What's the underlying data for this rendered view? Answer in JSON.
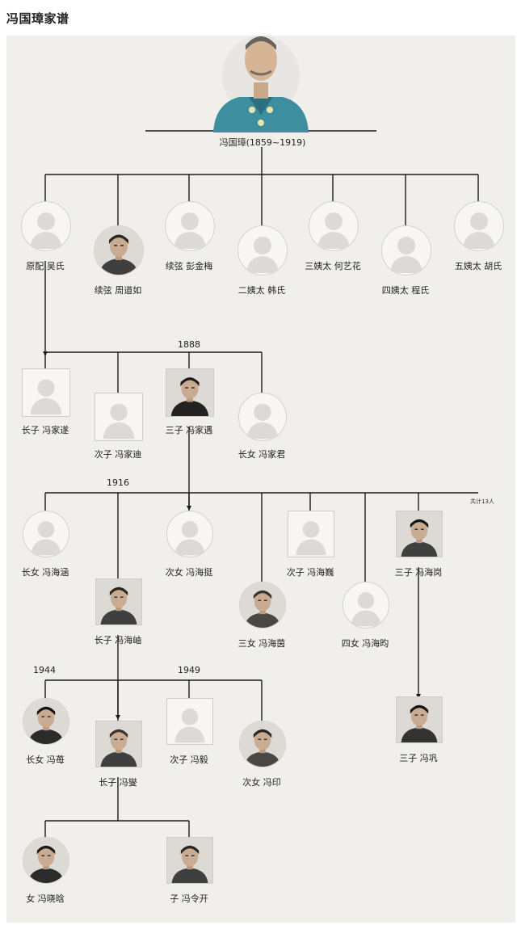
{
  "title": "冯国璋家谱",
  "root": {
    "label": "冯国璋(1859~1919)"
  },
  "generation1": [
    {
      "label": "原配 吴氏",
      "photo": "placeholder-silhouette"
    },
    {
      "label": "续弦 周道如",
      "photo": "portrait"
    },
    {
      "label": "续弦 彭金梅",
      "photo": "placeholder-silhouette"
    },
    {
      "label": "二姨太 韩氏",
      "photo": "placeholder-silhouette"
    },
    {
      "label": "三姨太 何艺花",
      "photo": "placeholder-silhouette"
    },
    {
      "label": "四姨太 程氏",
      "photo": "placeholder-silhouette"
    },
    {
      "label": "五姨太 胡氏",
      "photo": "placeholder-silhouette"
    }
  ],
  "generation2": {
    "year": "1888",
    "members": [
      {
        "label": "长子 冯家遂",
        "photo": "placeholder-silhouette"
      },
      {
        "label": "次子 冯家迪",
        "photo": "placeholder-silhouette"
      },
      {
        "label": "三子 冯家遇",
        "photo": "portrait"
      },
      {
        "label": "长女 冯家君",
        "photo": "placeholder-silhouette"
      }
    ]
  },
  "generation3": {
    "year": "1916",
    "note": "共计13人",
    "members": [
      {
        "label": "长女 冯海涵",
        "photo": "placeholder-silhouette"
      },
      {
        "label": "长子 冯海岫",
        "photo": "portrait"
      },
      {
        "label": "次女 冯海挺",
        "photo": "placeholder-silhouette"
      },
      {
        "label": "三女 冯海茵",
        "photo": "portrait"
      },
      {
        "label": "次子 冯海巍",
        "photo": "placeholder-silhouette"
      },
      {
        "label": "四女 冯海昀",
        "photo": "placeholder-silhouette"
      },
      {
        "label": "三子 冯海岗",
        "photo": "portrait"
      }
    ]
  },
  "generation4": {
    "years": [
      "1944",
      "1949"
    ],
    "members": [
      {
        "label": "长女 冯苺",
        "photo": "portrait"
      },
      {
        "label": "长子 冯燮",
        "photo": "portrait"
      },
      {
        "label": "次子 冯毅",
        "photo": "placeholder-silhouette"
      },
      {
        "label": "次女 冯印",
        "photo": "portrait"
      },
      {
        "label": "三子 冯巩",
        "photo": "portrait"
      }
    ]
  },
  "generation5": {
    "members": [
      {
        "label": "女 冯晓晗",
        "photo": "portrait"
      },
      {
        "label": "子 冯令开",
        "photo": "portrait"
      }
    ]
  },
  "colors": {
    "background": "#f1efec",
    "line": "#1a1a1a",
    "placeholder_fill": "#dcdad6",
    "root_uniform": "#3d8fa0"
  }
}
